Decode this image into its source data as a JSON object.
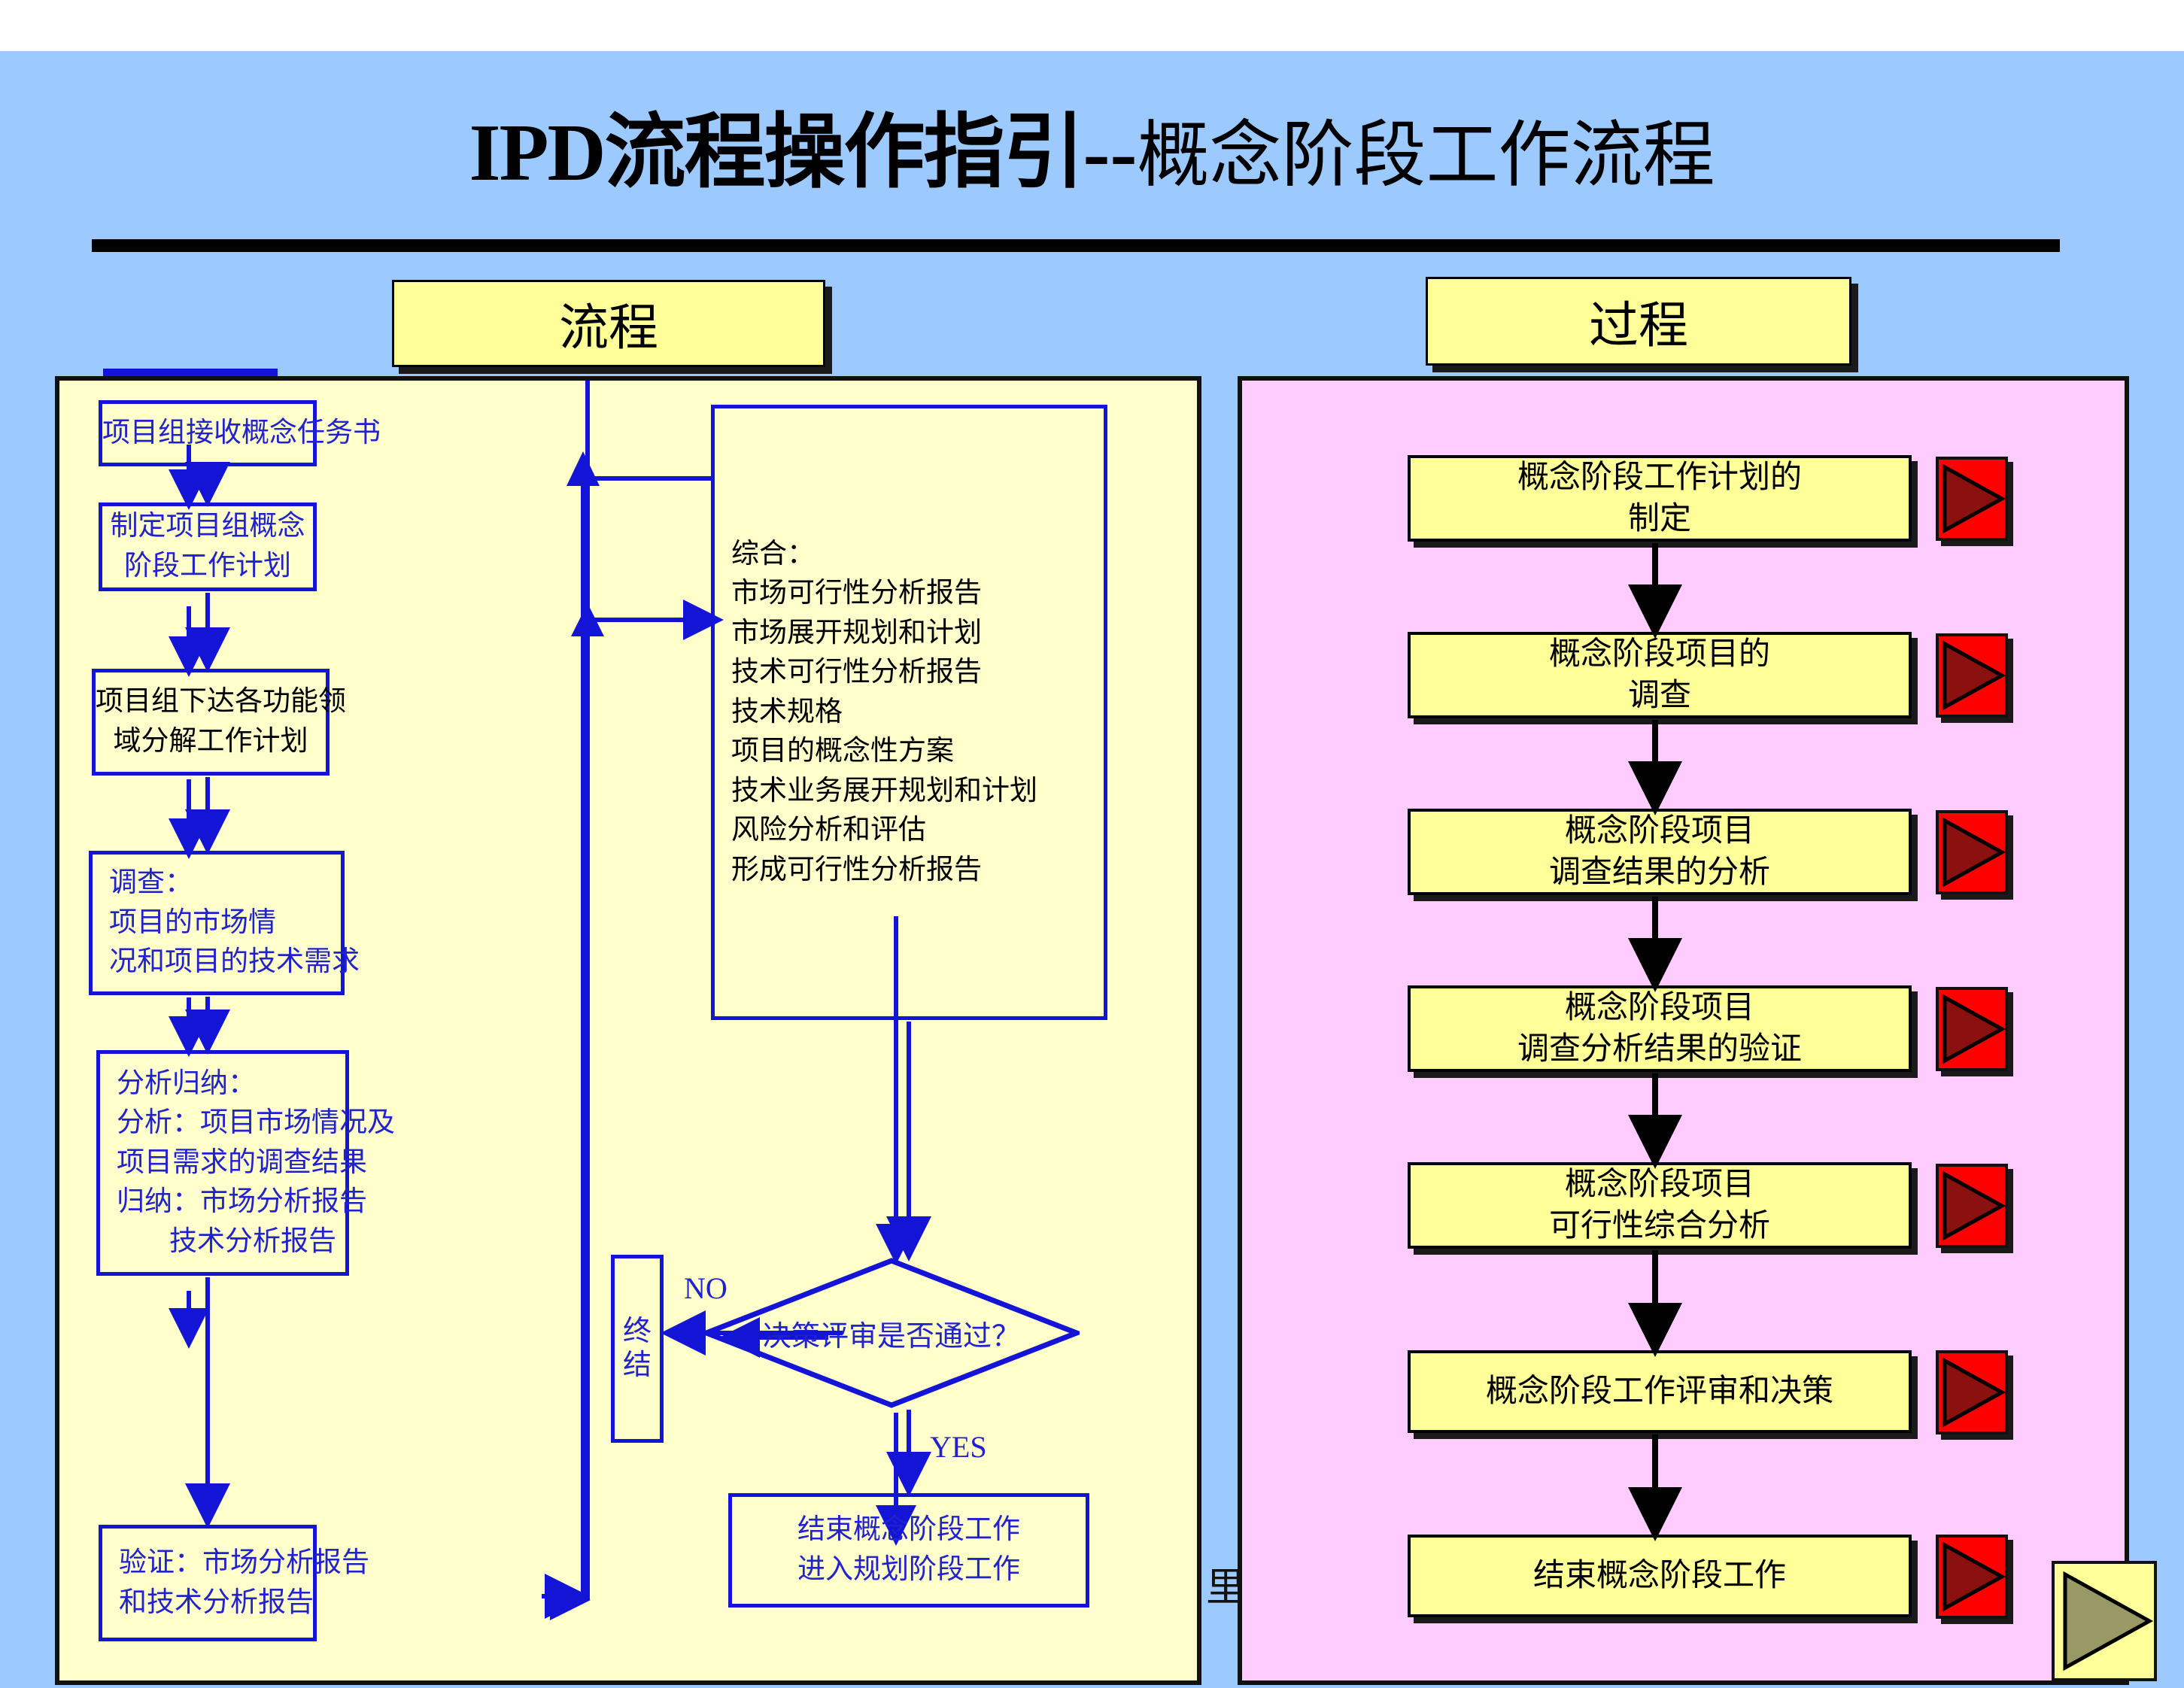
{
  "title": {
    "main": "IPD流程操作指引",
    "separator": "--",
    "subtitle": "概念阶段工作流程"
  },
  "headers": {
    "left_plate": "流程",
    "right_plate": "过程"
  },
  "flow": {
    "boxes": [
      {
        "id": "receive",
        "lines": [
          "项目组接收概念任务书"
        ]
      },
      {
        "id": "makeplan",
        "lines": [
          "制定项目组概念",
          "阶段工作计划"
        ]
      },
      {
        "id": "assign",
        "lines": [
          "项目组下达各功能领",
          "域分解工作计划"
        ]
      },
      {
        "id": "survey",
        "lines": [
          "调查：",
          "项目的市场情",
          "况和项目的技术需求"
        ]
      },
      {
        "id": "analyze",
        "lines": [
          "分析归纳：",
          "分析：项目市场情况及",
          "项目需求的调查结果",
          "归纳：市场分析报告",
          "技术分析报告"
        ]
      },
      {
        "id": "verify",
        "lines": [
          "验证：市场分析报告",
          "和技术分析报告"
        ]
      },
      {
        "id": "synthesis",
        "lines": [
          "综合：",
          "市场可行性分析报告",
          "市场展开规划和计划",
          "技术可行性分析报告",
          "技术规格",
          "项目的概念性方案",
          "技术业务展开规划和计划",
          "风险分析和评估",
          "形成可行性分析报告"
        ]
      },
      {
        "id": "finish",
        "lines": [
          "结束概念阶段工作",
          "进入规划阶段工作"
        ]
      }
    ],
    "decision": "决策评审是否通过？",
    "end_box": [
      "终",
      "结"
    ],
    "edge_no": "NO",
    "edge_yes": "YES"
  },
  "process": {
    "steps": [
      {
        "lines": [
          "概念阶段工作计划的",
          "制定"
        ]
      },
      {
        "lines": [
          "概念阶段项目的",
          "调查"
        ]
      },
      {
        "lines": [
          "概念阶段项目",
          "调查结果的分析"
        ]
      },
      {
        "lines": [
          "概念阶段项目",
          "调查分析结果的验证"
        ]
      },
      {
        "lines": [
          "概念阶段项目",
          "可行性综合分析"
        ]
      },
      {
        "lines": [
          "概念阶段工作评审和决策"
        ]
      },
      {
        "lines": [
          "结束概念阶段工作"
        ]
      }
    ],
    "button_icon": "play-triangle-icon",
    "corner_icon": "play-triangle-icon"
  },
  "stray_glyph": "里",
  "colors": {
    "background": "#9ccaff",
    "panel_left": "#ffffcc",
    "panel_right": "#ffccff",
    "plate": "#ffff99",
    "flow_outline": "#1414d6",
    "flow_text": "#2222cc",
    "button_red": "#ff0000",
    "button_triangle": "#8b1010",
    "corner_triangle": "#999966"
  }
}
